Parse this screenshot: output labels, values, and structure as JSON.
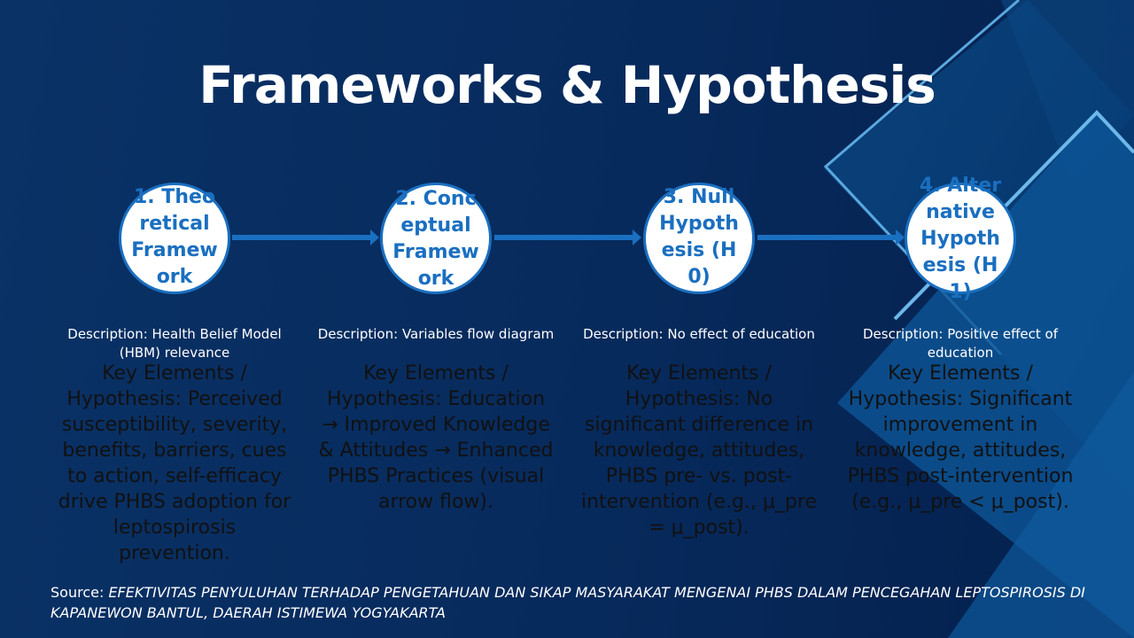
{
  "title": "Frameworks & Hypothesis",
  "steps": [
    {
      "label": "1. Theoretical Framework",
      "description": "Description: Health Belief Model (HBM) relevance",
      "key": "Key Elements / Hypothesis: Perceived susceptibility, severity, benefits, barriers, cues to action, self-efficacy drive PHBS adoption for leptospirosis prevention."
    },
    {
      "label": "2. Conceptual Framework",
      "description": "Description: Variables flow diagram",
      "key": "Key Elements / Hypothesis: Education → Improved Knowledge & Attitudes → Enhanced PHBS Practices (visual arrow flow)."
    },
    {
      "label": "3. Null Hypothesis (H0)",
      "description": "Description: No effect of education",
      "key": "Key Elements / Hypothesis: No significant difference in knowledge, attitudes, PHBS pre- vs. post-intervention (e.g., μ_pre = μ_post)."
    },
    {
      "label": "4. Alternative Hypothesis (H1)",
      "description": "Description: Positive effect of education",
      "key": "Key Elements / Hypothesis: Significant improvement in knowledge, attitudes, PHBS post-intervention (e.g., μ_pre < μ_post)."
    }
  ],
  "source": {
    "prefix": "Source: ",
    "text": "EFEKTIVITAS PENYULUHAN TERHADAP PENGETAHUAN DAN SIKAP MASYARAKAT MENGENAI PHBS DALAM PENCEGAHAN LEPTOSPIROSIS DI KAPANEWON BANTUL, DAERAH ISTIMEWA YOGYAKARTA"
  },
  "colors": {
    "accent": "#1a6fc0",
    "background": "#072a5c"
  }
}
